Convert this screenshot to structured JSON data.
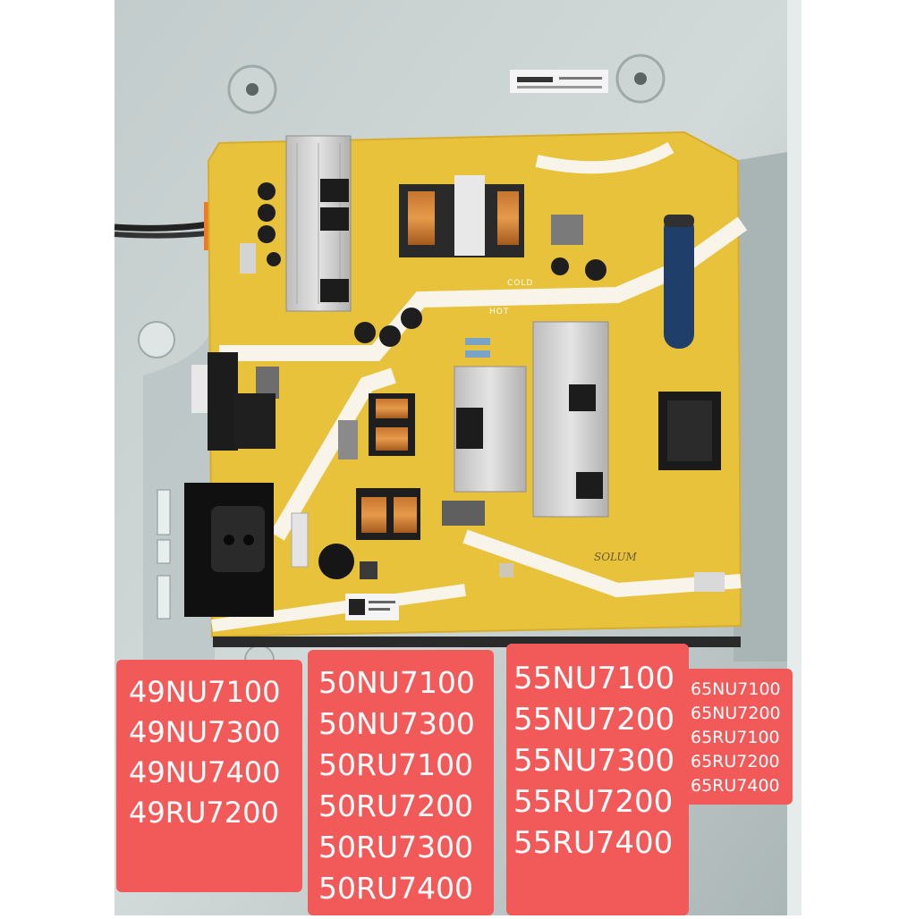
{
  "photo": {
    "board_marking": "SOLUM",
    "zone_labels": [
      "COLD",
      "HOT"
    ]
  },
  "model_groups": [
    {
      "size": "49",
      "models": [
        "49NU7100",
        "49NU7300",
        "49NU7400",
        "49RU7200"
      ]
    },
    {
      "size": "50",
      "models": [
        "50NU7100",
        "50NU7300",
        "50RU7100",
        "50RU7200",
        "50RU7300",
        "50RU7400"
      ]
    },
    {
      "size": "55",
      "models": [
        "55NU7100",
        "55NU7200",
        "55NU7300",
        "55RU7200",
        "55RU7400"
      ]
    },
    {
      "size": "65",
      "models": [
        "65NU7100",
        "65NU7200",
        "65RU7100",
        "65RU7200",
        "65RU7400"
      ]
    }
  ],
  "colors": {
    "label_background": "#f25a5a",
    "label_text": "#ffffff",
    "pcb": "#e9c23c",
    "heatsink": "#c9c9c9",
    "chassis": "#b9c4c4"
  }
}
